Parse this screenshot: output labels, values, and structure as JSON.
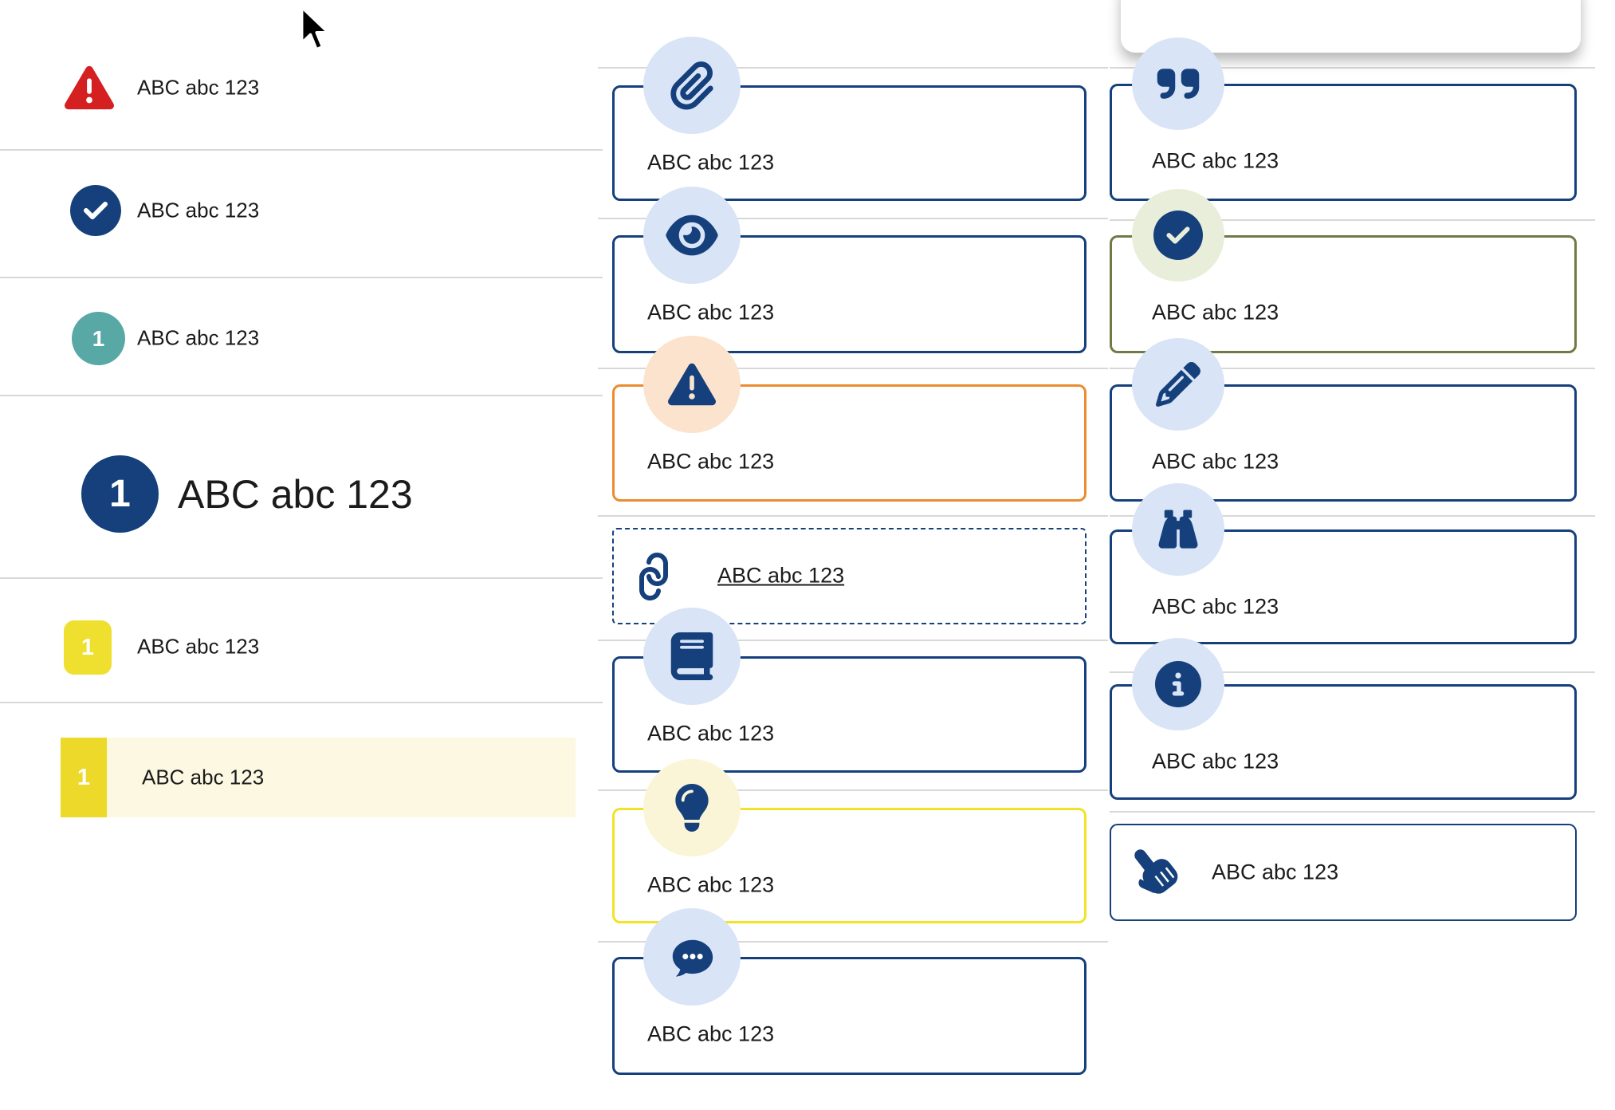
{
  "colors": {
    "navy": "#15407c",
    "light_blue_circle": "#d9e4f7",
    "red": "#d42020",
    "teal": "#58a8a6",
    "yellow_square": "#efdf2e",
    "yellow_block": "#ecd92a",
    "yellow_border": "#f1e32a",
    "pale_yellow_circle": "#faf5d7",
    "cream_highlight": "#fcf8e2",
    "orange_border": "#eb8c30",
    "peach_circle": "#fbe3cd",
    "olive_border": "#6f7b45",
    "sage_circle": "#e9eeda",
    "separator": "#d8d8d8",
    "text": "#1b1b1b"
  },
  "cursor": {
    "icon": "mouse-arrow-cursor"
  },
  "left_list": {
    "items": [
      {
        "icon": "alert-triangle-icon",
        "label": "ABC abc 123"
      },
      {
        "icon": "check-circle-icon",
        "label": "ABC abc 123"
      },
      {
        "icon": "badge-circle-teal",
        "badge": "1",
        "label": "ABC abc 123"
      },
      {
        "icon": "badge-circle-navy-large",
        "badge": "1",
        "label": "ABC abc 123"
      },
      {
        "icon": "badge-square-yellow",
        "badge": "1",
        "label": "ABC abc 123"
      },
      {
        "icon": "badge-block-yellow",
        "badge": "1",
        "label": "ABC abc 123",
        "highlighted": true
      }
    ]
  },
  "middle_callouts": [
    {
      "icon": "paperclip-icon",
      "variant": "navy",
      "label": "ABC abc 123"
    },
    {
      "icon": "eye-icon",
      "variant": "navy",
      "label": "ABC abc 123"
    },
    {
      "icon": "warning-triangle-icon",
      "variant": "orange",
      "label": "ABC abc 123"
    },
    {
      "icon": "link-icon",
      "variant": "dashed-link",
      "label": "ABC abc 123"
    },
    {
      "icon": "book-icon",
      "variant": "navy",
      "label": "ABC abc 123"
    },
    {
      "icon": "lightbulb-icon",
      "variant": "yellow",
      "label": "ABC abc 123"
    },
    {
      "icon": "chat-bubble-icon",
      "variant": "navy",
      "label": "ABC abc 123"
    }
  ],
  "right_callouts": [
    {
      "icon": "quote-icon",
      "variant": "navy",
      "label": "ABC abc 123"
    },
    {
      "icon": "check-circle-icon",
      "variant": "olive",
      "label": "ABC abc 123"
    },
    {
      "icon": "pencil-icon",
      "variant": "navy",
      "label": "ABC abc 123"
    },
    {
      "icon": "binoculars-icon",
      "variant": "navy",
      "label": "ABC abc 123"
    },
    {
      "icon": "info-circle-icon",
      "variant": "navy",
      "label": "ABC abc 123"
    },
    {
      "icon": "hand-pointer-icon",
      "variant": "navy-inline",
      "label": "ABC abc 123"
    }
  ]
}
